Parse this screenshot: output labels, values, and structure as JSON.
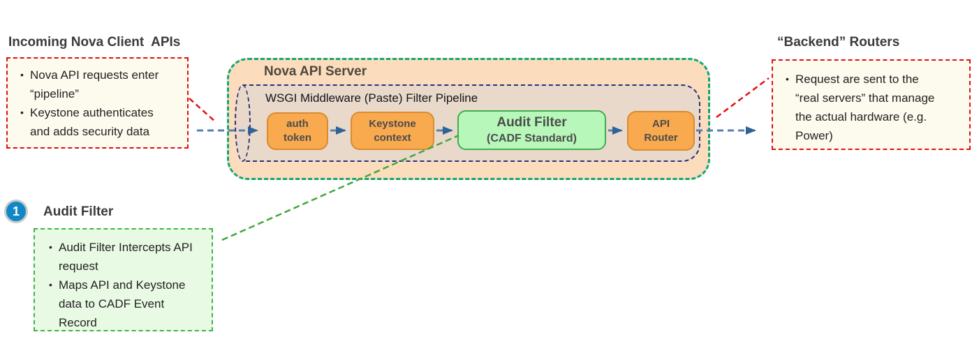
{
  "colors": {
    "server_fill": "#FBDCBC",
    "server_border": "#0EA878",
    "pipeline_fill": "#E8D9CB",
    "pipeline_border": "#2E2E78",
    "stage_orange_fill": "#F9A94E",
    "stage_orange_border": "#DB8B30",
    "stage_green_fill": "#B7F7B9",
    "stage_green_border": "#3FAE4E",
    "note_fill": "#FDFBEE",
    "note_border_red": "#E10E0E",
    "callout_fill": "#E9FAE4",
    "callout_border_green": "#3CB44B",
    "arrow_blue": "#5580AE",
    "arrowhead_blue": "#2F6296",
    "connector_red": "#E20F0F",
    "connector_green": "#3FA83C",
    "badge_blue": "#1187C5"
  },
  "left_note": {
    "title": "Incoming Nova Client  APIs",
    "bullets": [
      "Nova API requests enter “pipeline”",
      "Keystone authenticates and adds security data"
    ]
  },
  "server": {
    "title": "Nova API Server",
    "pipeline_title": "WSGI Middleware (Paste) Filter Pipeline",
    "stages": [
      {
        "line1": "auth",
        "line2": "token"
      },
      {
        "line1": "Keystone",
        "line2": "context"
      },
      {
        "line1": "Audit Filter",
        "line2": "(CADF Standard)"
      },
      {
        "line1": "API",
        "line2": "Router"
      }
    ]
  },
  "right_note": {
    "title": "“Backend” Routers",
    "bullets": [
      "Request are sent to the “real servers” that manage the actual hardware (e.g. Power)"
    ]
  },
  "callout": {
    "number": "1",
    "title": "Audit Filter",
    "bullets": [
      "Audit Filter Intercepts API request",
      "Maps API and Keystone data to CADF Event Record"
    ]
  }
}
